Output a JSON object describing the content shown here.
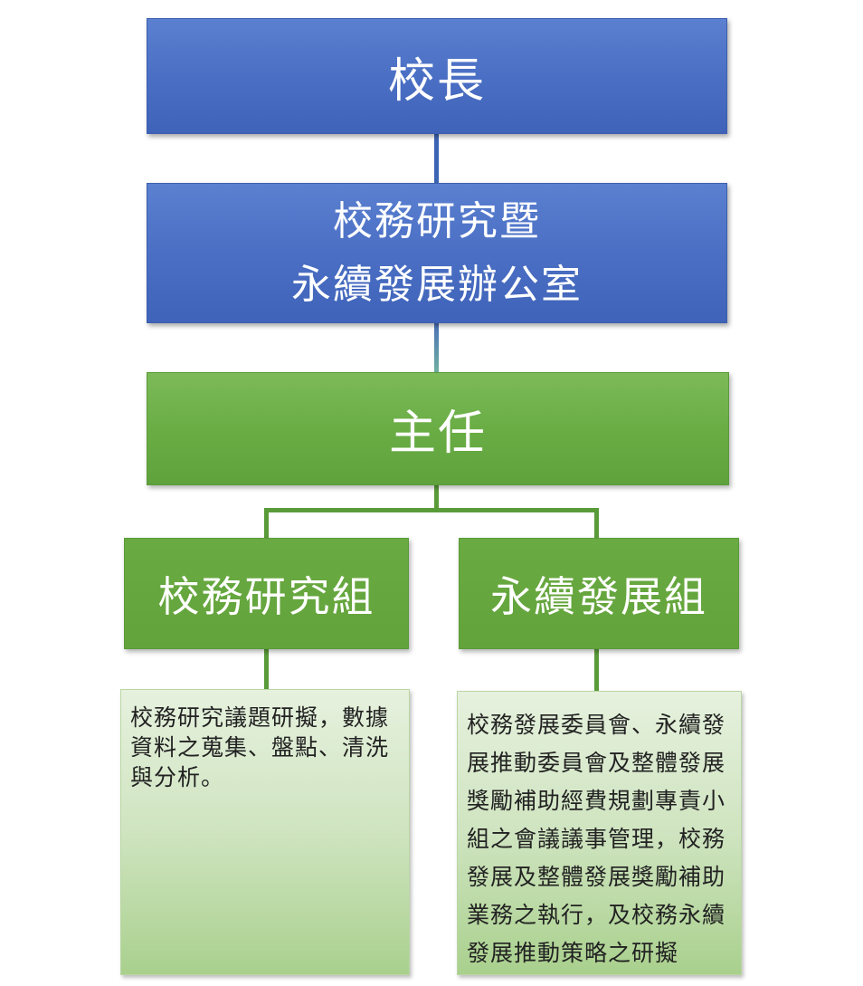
{
  "org_chart": {
    "principal": "校長",
    "office_line1": "校務研究暨",
    "office_line2": "永續發展辦公室",
    "director": "主任",
    "group_left": "校務研究組",
    "group_right": "永續發展組",
    "desc_left_lines": [
      "校務研究議題研擬，數據",
      "資料之蒐集、盤點、清洗",
      "與分析。"
    ],
    "desc_right_lines": [
      "校務發展委員會、永續發",
      "展推動委員會及整體發展",
      "獎勵補助經費規劃專責小",
      "組之會議議事管理，校務",
      "發展及整體發展獎勵補助",
      "業務之執行，及校務永續",
      "發展推動策略之研擬"
    ]
  },
  "colors": {
    "blue": "#4a6fc4",
    "green": "#6aad45",
    "light_green": "#cfe4c0",
    "connector_blue": "#3c64b4",
    "connector_teal": "#5a9aaa",
    "connector_green": "#5a9b39"
  }
}
